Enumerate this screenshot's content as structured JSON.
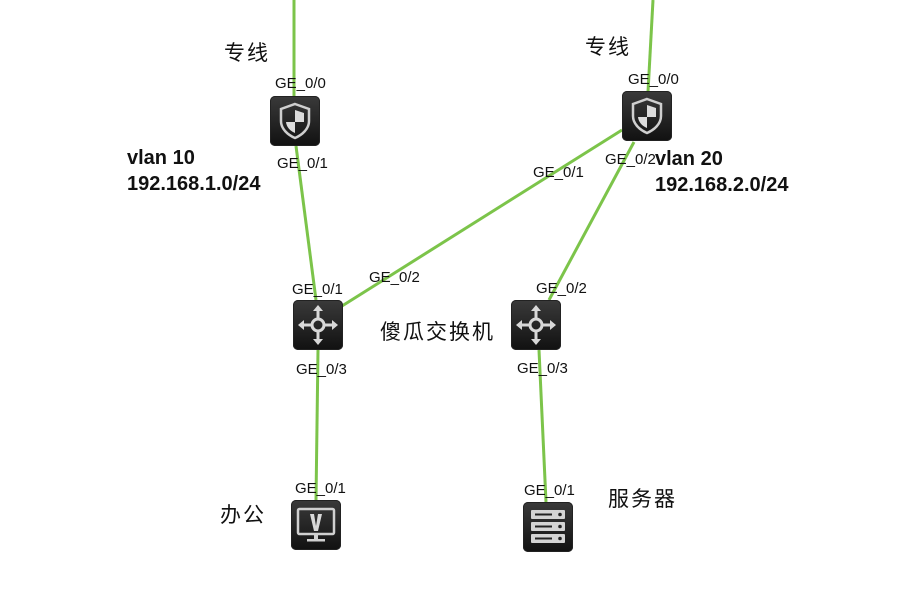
{
  "diagram": {
    "link_color": "#7cc44a",
    "nodes": {
      "fw1": {
        "type": "firewall",
        "label": "专线",
        "ports": {
          "top": "GE_0/0",
          "bottom": "GE_0/1"
        }
      },
      "fw2": {
        "type": "firewall",
        "label": "专线",
        "ports": {
          "top": "GE_0/0",
          "left": "GE_0/1",
          "bottom": "GE_0/2"
        }
      },
      "sw1": {
        "type": "switch",
        "ports": {
          "top": "GE_0/1",
          "right": "GE_0/2",
          "bottom": "GE_0/3"
        }
      },
      "sw2": {
        "type": "switch",
        "ports": {
          "top": "GE_0/2",
          "bottom": "GE_0/3"
        }
      },
      "pc": {
        "type": "pc",
        "label": "办公",
        "ports": {
          "top": "GE_0/1"
        }
      },
      "srv": {
        "type": "server",
        "label": "服务器",
        "ports": {
          "top": "GE_0/1"
        }
      }
    },
    "switch_group_label": "傻瓜交换机",
    "vlan_left": {
      "name": "vlan 10",
      "subnet": "192.168.1.0/24"
    },
    "vlan_right": {
      "name": "vlan 20",
      "subnet": "192.168.2.0/24"
    },
    "links": [
      {
        "from": "uplink-1",
        "to": "fw1",
        "to_port": "GE_0/0"
      },
      {
        "from": "uplink-2",
        "to": "fw2",
        "to_port": "GE_0/0"
      },
      {
        "from": "fw1",
        "from_port": "GE_0/1",
        "to": "sw1",
        "to_port": "GE_0/1"
      },
      {
        "from": "fw2",
        "from_port": "GE_0/1",
        "to": "sw1",
        "to_port": "GE_0/2"
      },
      {
        "from": "fw2",
        "from_port": "GE_0/2",
        "to": "sw2",
        "to_port": "GE_0/2"
      },
      {
        "from": "sw1",
        "from_port": "GE_0/3",
        "to": "pc",
        "to_port": "GE_0/1"
      },
      {
        "from": "sw2",
        "from_port": "GE_0/3",
        "to": "srv",
        "to_port": "GE_0/1"
      }
    ]
  }
}
